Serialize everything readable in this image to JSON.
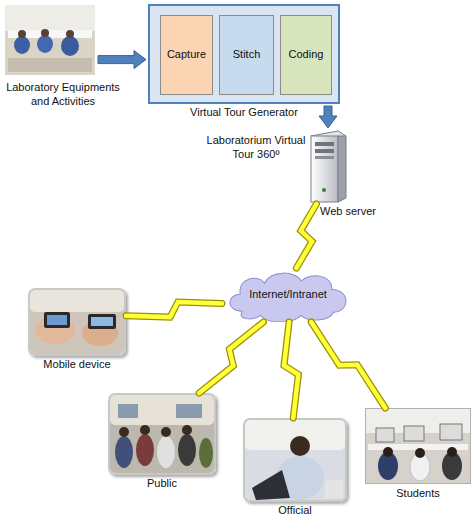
{
  "diagram": {
    "nodes": [
      {
        "text": [
          "Laboratory Equipments and Activities"
        ]
      },
      {
        "text": [
          "Virtual Tour Generator"
        ]
      },
      {
        "text": [
          "Capture"
        ],
        "in": 1
      },
      {
        "text": [
          "Stitch"
        ],
        "in": 1
      },
      {
        "text": [
          "Coding"
        ],
        "in": 1
      },
      {
        "text": [
          "Laboratorium Virtual Tour 360º",
          "Web server"
        ]
      },
      {
        "text": [
          "Internet/Intranet"
        ]
      },
      {
        "text": [
          "Mobile device"
        ]
      },
      {
        "text": [
          "Public"
        ]
      },
      {
        "text": [
          "Official"
        ]
      },
      {
        "text": [
          "Students"
        ]
      }
    ],
    "edges": [
      {
        "from": 0,
        "to": 1,
        "arrow": "to"
      },
      {
        "from": 1,
        "to": 5,
        "arrow": "to"
      },
      {
        "from": 5,
        "to": 6,
        "arrow": "none"
      },
      {
        "from": 6,
        "to": 7,
        "arrow": "none"
      },
      {
        "from": 6,
        "to": 8,
        "arrow": "none"
      },
      {
        "from": 6,
        "to": 9,
        "arrow": "none"
      },
      {
        "from": 6,
        "to": 10,
        "arrow": "none"
      }
    ]
  }
}
